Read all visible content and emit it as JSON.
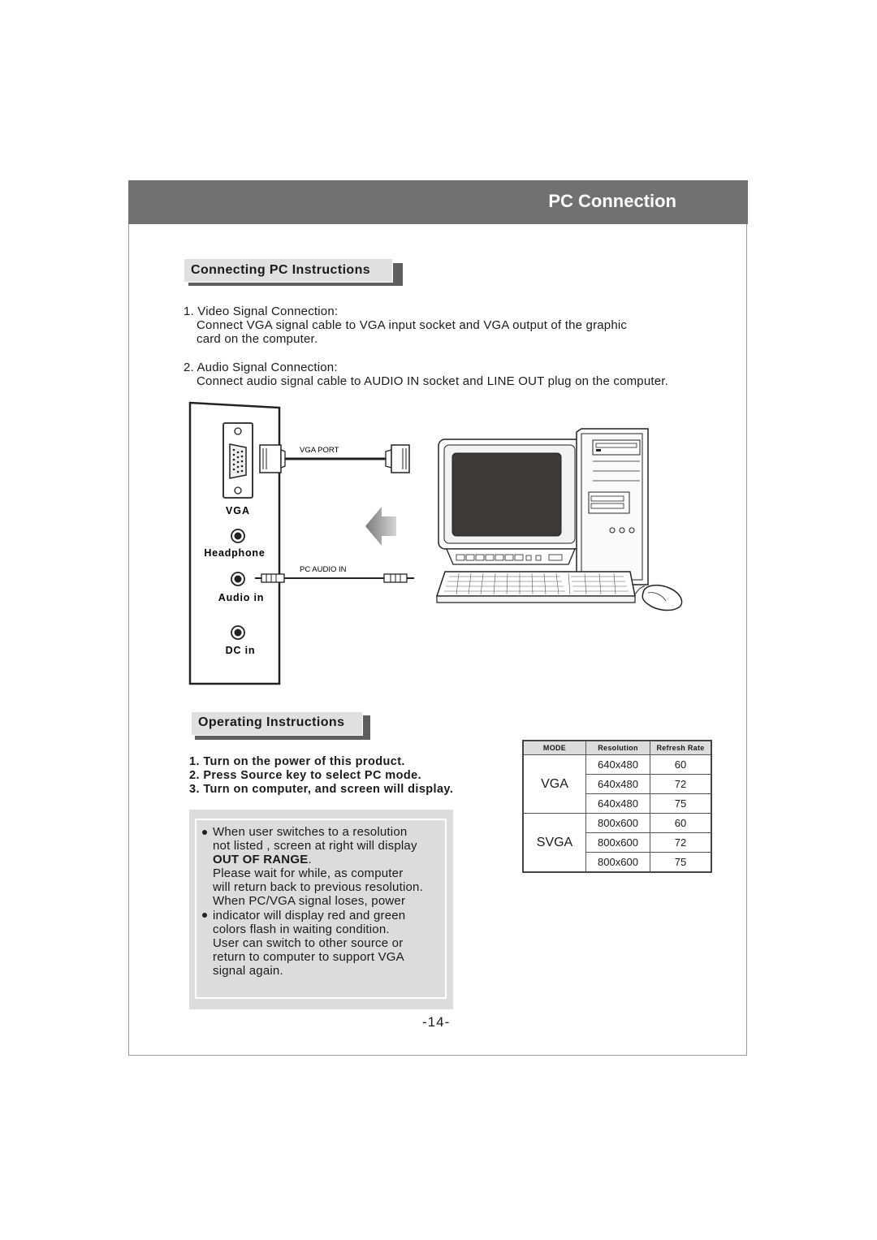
{
  "header": {
    "title": "PC Connection"
  },
  "sections": {
    "connecting": "Connecting PC Instructions",
    "operating": "Operating Instructions"
  },
  "connecting_text": {
    "item1_title": "1. Video Signal Connection:",
    "item1_line1": "Connect VGA signal cable to VGA input socket and VGA output of the graphic",
    "item1_line2": "card on the computer.",
    "item2_title": "2. Audio Signal Connection:",
    "item2_line1": "Connect audio signal cable to AUDIO IN socket and LINE OUT plug on the computer."
  },
  "diagram": {
    "vga_port_label": "VGA  PORT",
    "pc_audio_label": "PC AUDIO IN",
    "panel_labels": {
      "vga": "VGA",
      "headphone": "Headphone",
      "audio_in": "Audio in",
      "dc_in": "DC in"
    }
  },
  "operating_steps": [
    "1. Turn on the power of this product.",
    "2. Press Source key to select PC mode.",
    "3. Turn on computer, and screen will display."
  ],
  "note": {
    "lines": [
      "When user switches to a resolution",
      "not listed , screen at right will display",
      "OUT OF RANGE",
      "Please wait for while, as computer",
      "will return back to previous resolution.",
      "When PC/VGA signal loses, power",
      "indicator will display red and green",
      "colors flash in waiting condition.",
      "User can switch to other source or",
      "return to computer to support VGA",
      "signal again."
    ]
  },
  "mode_table": {
    "headers": [
      "MODE",
      "Resolution",
      "Refresh Rate"
    ],
    "groups": [
      {
        "mode": "VGA",
        "rows": [
          [
            "640x480",
            "60"
          ],
          [
            "640x480",
            "72"
          ],
          [
            "640x480",
            "75"
          ]
        ]
      },
      {
        "mode": "SVGA",
        "rows": [
          [
            "800x600",
            "60"
          ],
          [
            "800x600",
            "72"
          ],
          [
            "800x600",
            "75"
          ]
        ]
      }
    ]
  },
  "page_number": "-14-"
}
